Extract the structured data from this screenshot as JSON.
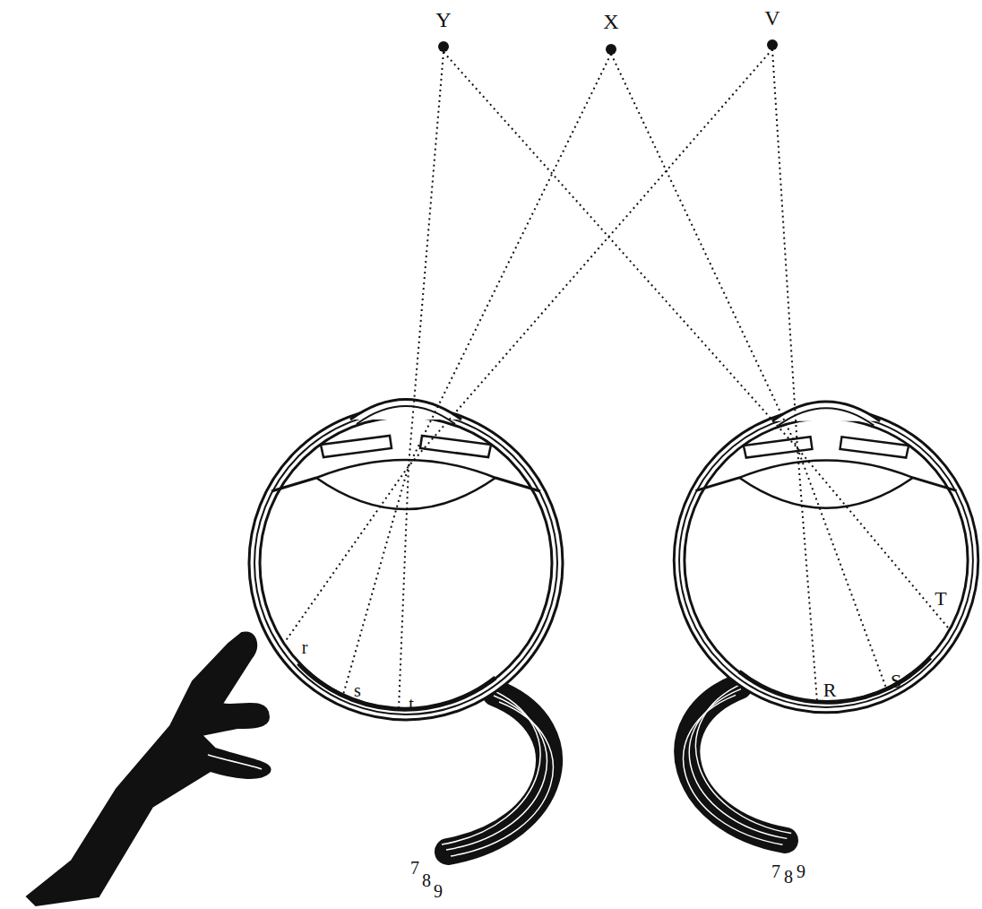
{
  "diagram": {
    "labels": [
      "Y",
      "X",
      "V",
      "r",
      "s",
      "t",
      "R",
      "S",
      "T",
      "7",
      "8",
      "9",
      "7",
      "8",
      "9"
    ]
  }
}
